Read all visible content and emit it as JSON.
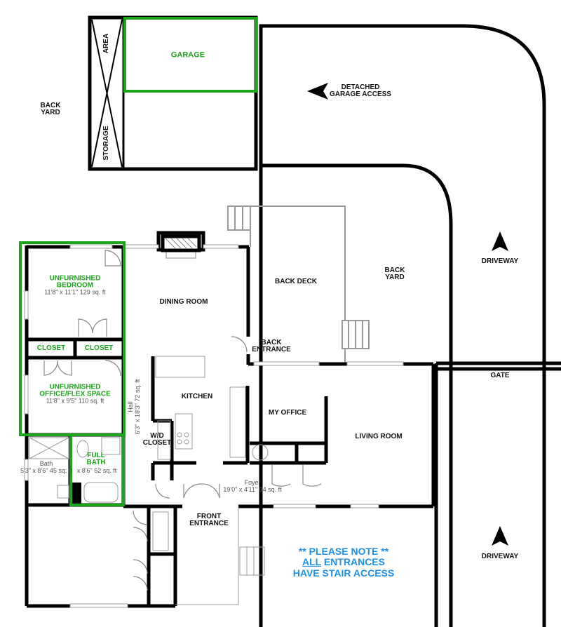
{
  "colors": {
    "wall": "#000000",
    "highlight": "#1aa51a",
    "note": "#1e90e8",
    "fixture": "#888888"
  },
  "outside": {
    "back_yard_left": [
      "BACK",
      "YARD"
    ],
    "back_yard_right": [
      "BACK",
      "YARD"
    ],
    "detached_garage_access": [
      "DETACHED",
      "GARAGE ACCESS"
    ],
    "driveway_top": "DRIVEWAY",
    "driveway_bottom": "DRIVEWAY",
    "gate": "GATE"
  },
  "garage": {
    "title": "GARAGE",
    "storage_top": "AREA",
    "storage_bottom": "STORAGE"
  },
  "rooms": {
    "bedroom": {
      "title_line1": "UNFURNISHED",
      "title_line2": "BEDROOM",
      "dimensions": "11'8\" x 11'1\" 129 sq. ft"
    },
    "closet_left": "CLOSET",
    "closet_right": "CLOSET",
    "office_flex": {
      "title_line1": "UNFURNISHED",
      "title_line2": "OFFICE/FLEX SPACE",
      "dimensions": "11'8\" x 9'5\" 110 sq. ft"
    },
    "bath": {
      "title": "Bath",
      "dimensions": "5'3\" x 8'6\" 45 sq. ft"
    },
    "full_bath": {
      "title_line1": "FULL",
      "title_line2": "BATH",
      "dimensions": "x 8'6\" 52 sq. ft"
    },
    "hall": {
      "title": "Hall",
      "dimensions": "6'3\" x 18'3\" 72 sq. ft"
    },
    "dining_room": "DINING ROOM",
    "kitchen": "KITCHEN",
    "wd_closet": [
      "W/D",
      "CLOSET"
    ],
    "back_deck": "BACK DECK",
    "back_entrance": [
      "BACK",
      "ENTRANCE"
    ],
    "my_office": "MY OFFICE",
    "living_room": "LIVING ROOM",
    "foyer": {
      "title": "Foyer",
      "dimensions": "19'0\" x 4'11\" 94 sq. ft"
    },
    "front_entrance": [
      "FRONT",
      "ENTRANCE"
    ]
  },
  "note": {
    "line1": "** PLEASE NOTE **",
    "line2_underlined": "ALL",
    "line2_rest": " ENTRANCES",
    "line3": "HAVE STAIR ACCESS"
  }
}
